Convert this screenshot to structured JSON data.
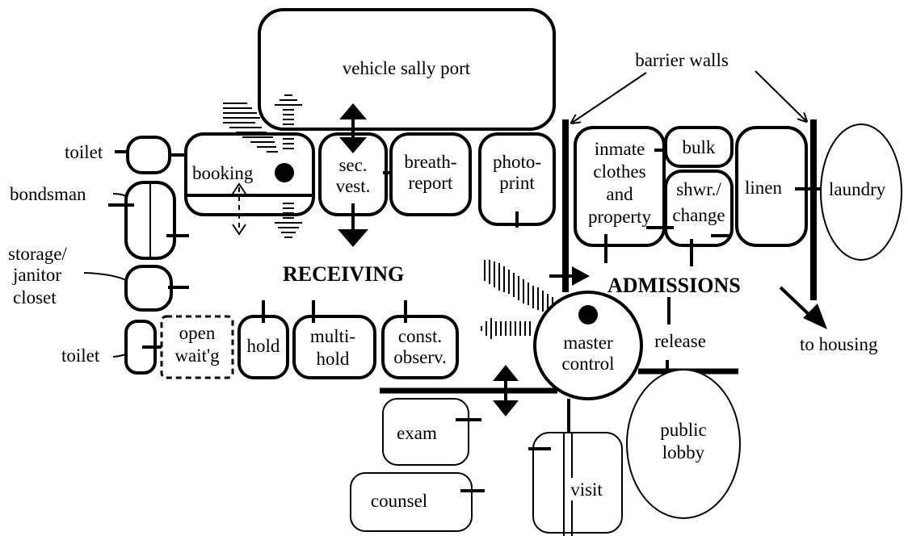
{
  "labels": {
    "vehicle_sally_port": "vehicle sally port",
    "barrier_walls": "barrier walls",
    "toilet_top": "toilet",
    "booking": "booking",
    "sec_vest_1": "sec.",
    "sec_vest_2": "vest.",
    "breath_1": "breath-",
    "breath_2": "report",
    "photo_1": "photo-",
    "photo_2": "print",
    "inmate_1": "inmate",
    "inmate_2": "clothes",
    "inmate_3": "and",
    "inmate_4": "property",
    "bulk": "bulk",
    "shwr_1": "shwr./",
    "shwr_2": "change",
    "linen": "linen",
    "laundry": "laundry",
    "bondsman": "bondsman",
    "storage_1": "storage/",
    "storage_2": "janitor",
    "storage_3": "closet",
    "receiving": "RECEIVING",
    "admissions": "ADMISSIONS",
    "toilet_bottom": "toilet",
    "open_1": "open",
    "open_2": "wait'g",
    "hold": "hold",
    "multi_1": "multi-",
    "multi_2": "hold",
    "const_1": "const.",
    "const_2": "observ.",
    "master_1": "master",
    "master_2": "control",
    "release": "release",
    "to_housing": "to housing",
    "exam": "exam",
    "public_1": "public",
    "public_2": "lobby",
    "visit": "visit",
    "counsel": "counsel"
  }
}
